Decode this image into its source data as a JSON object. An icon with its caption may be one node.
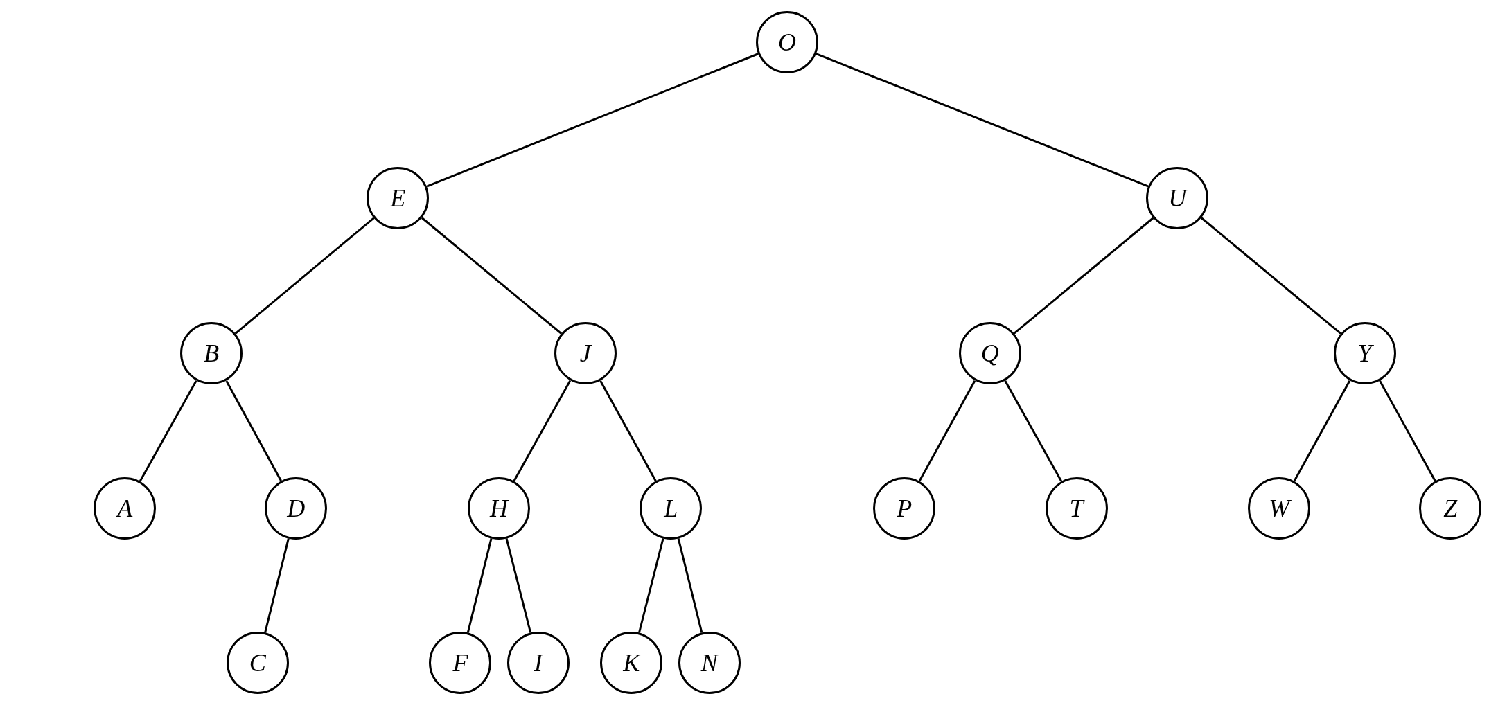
{
  "diagram": {
    "nodes": [
      {
        "text": [
          "O"
        ]
      },
      {
        "text": [
          "E"
        ]
      },
      {
        "text": [
          "U"
        ]
      },
      {
        "text": [
          "B"
        ]
      },
      {
        "text": [
          "J"
        ]
      },
      {
        "text": [
          "Q"
        ]
      },
      {
        "text": [
          "Y"
        ]
      },
      {
        "text": [
          "A"
        ]
      },
      {
        "text": [
          "D"
        ]
      },
      {
        "text": [
          "H"
        ]
      },
      {
        "text": [
          "L"
        ]
      },
      {
        "text": [
          "P"
        ]
      },
      {
        "text": [
          "T"
        ]
      },
      {
        "text": [
          "W"
        ]
      },
      {
        "text": [
          "Z"
        ]
      },
      {
        "text": [
          "C"
        ]
      },
      {
        "text": [
          "F"
        ]
      },
      {
        "text": [
          "I"
        ]
      },
      {
        "text": [
          "K"
        ]
      },
      {
        "text": [
          "N"
        ]
      }
    ],
    "edges": [
      {
        "from": 0,
        "to": 1,
        "arrow": "none"
      },
      {
        "from": 0,
        "to": 2,
        "arrow": "none"
      },
      {
        "from": 1,
        "to": 3,
        "arrow": "none"
      },
      {
        "from": 1,
        "to": 4,
        "arrow": "none"
      },
      {
        "from": 2,
        "to": 5,
        "arrow": "none"
      },
      {
        "from": 2,
        "to": 6,
        "arrow": "none"
      },
      {
        "from": 3,
        "to": 7,
        "arrow": "none"
      },
      {
        "from": 3,
        "to": 8,
        "arrow": "none"
      },
      {
        "from": 4,
        "to": 9,
        "arrow": "none"
      },
      {
        "from": 4,
        "to": 10,
        "arrow": "none"
      },
      {
        "from": 5,
        "to": 11,
        "arrow": "none"
      },
      {
        "from": 5,
        "to": 12,
        "arrow": "none"
      },
      {
        "from": 6,
        "to": 13,
        "arrow": "none"
      },
      {
        "from": 6,
        "to": 14,
        "arrow": "none"
      },
      {
        "from": 8,
        "to": 15,
        "arrow": "none"
      },
      {
        "from": 9,
        "to": 16,
        "arrow": "none"
      },
      {
        "from": 9,
        "to": 17,
        "arrow": "none"
      },
      {
        "from": 10,
        "to": 18,
        "arrow": "none"
      },
      {
        "from": 10,
        "to": 19,
        "arrow": "none"
      }
    ]
  }
}
